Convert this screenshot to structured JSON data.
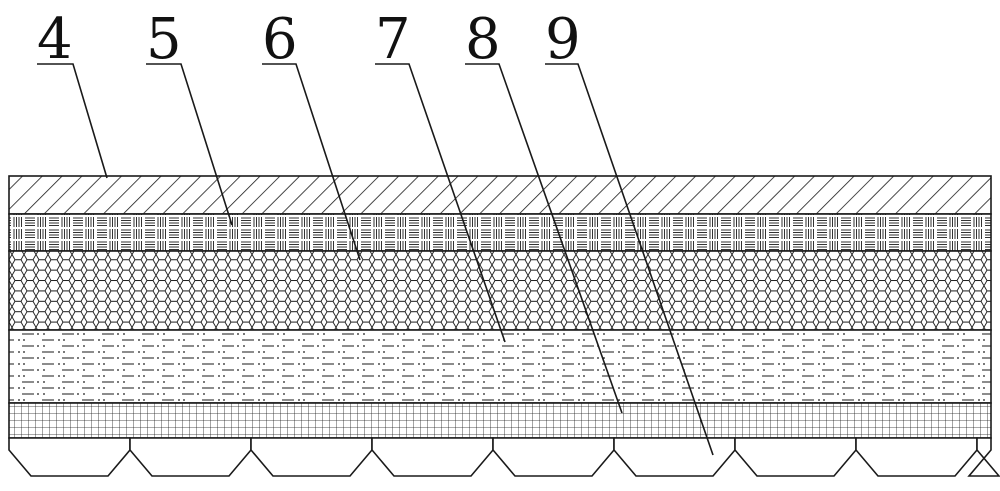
{
  "diagram": {
    "callouts": [
      {
        "id": "4",
        "label": "4"
      },
      {
        "id": "5",
        "label": "5"
      },
      {
        "id": "6",
        "label": "6"
      },
      {
        "id": "7",
        "label": "7"
      },
      {
        "id": "8",
        "label": "8"
      },
      {
        "id": "9",
        "label": "9"
      }
    ],
    "layers": [
      {
        "id": "4",
        "pattern": "diagonal-hatch-icon"
      },
      {
        "id": "5",
        "pattern": "basketweave-icon"
      },
      {
        "id": "6",
        "pattern": "honeycomb-icon"
      },
      {
        "id": "7",
        "pattern": "dash-dot-lines-icon"
      },
      {
        "id": "8",
        "pattern": "fine-grid-icon"
      },
      {
        "id": "9",
        "pattern": "octagon-pads-icon"
      }
    ],
    "colors": {
      "ink": "#1a1a1a",
      "background": "#ffffff"
    }
  }
}
